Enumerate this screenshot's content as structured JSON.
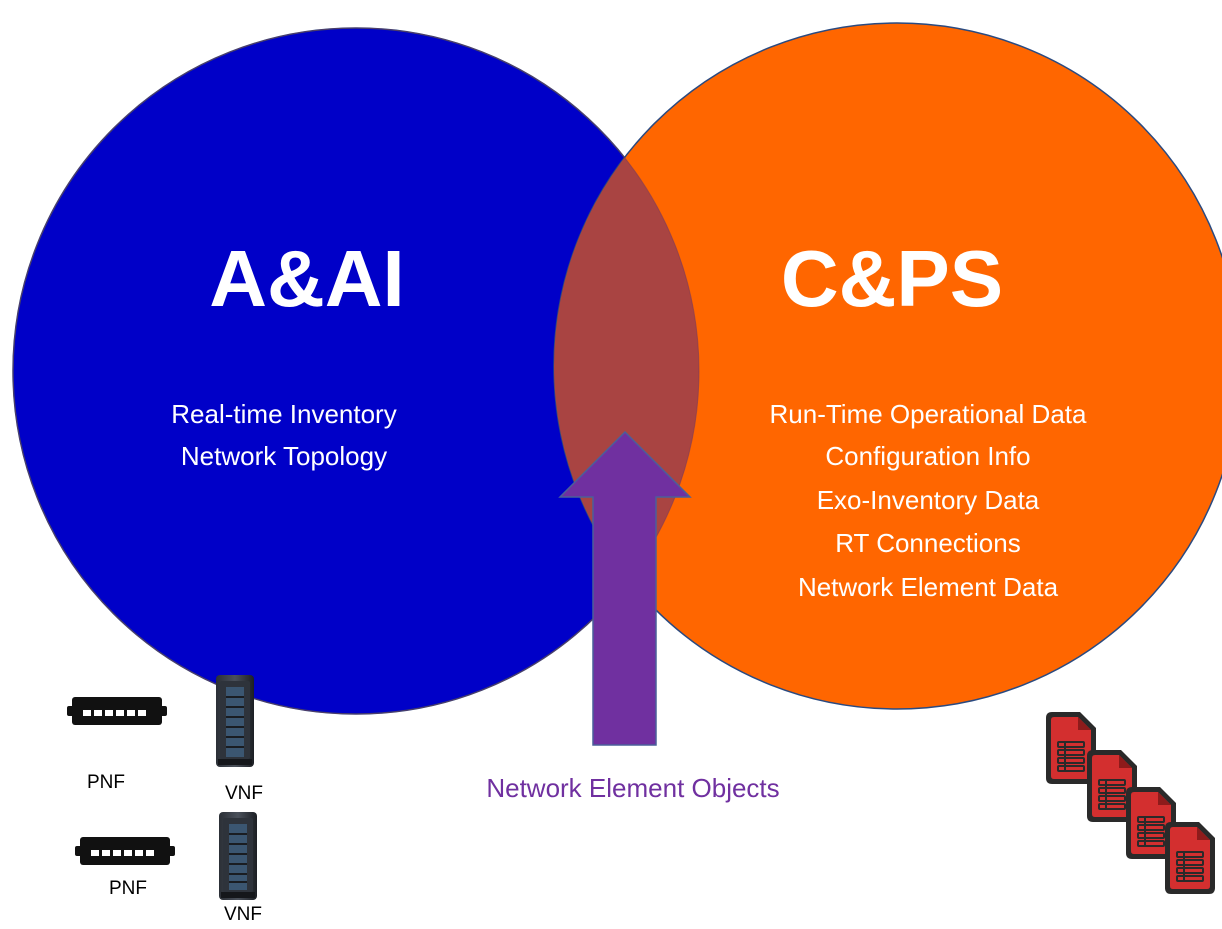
{
  "left_circle": {
    "title": "A&AI",
    "lines": [
      "Real-time Inventory",
      "Network Topology"
    ],
    "fill": "#0000C8"
  },
  "right_circle": {
    "title": "C&PS",
    "lines": [
      "Run-Time Operational Data",
      "Configuration Info",
      "Exo-Inventory Data",
      "RT Connections",
      "Network Element Data"
    ],
    "fill": "#FF6600"
  },
  "overlap_fill": "#A94442",
  "arrow": {
    "label": "Network Element Objects",
    "fill": "#7030A0"
  },
  "devices": [
    {
      "pnf_label": "PNF",
      "vnf_label": "VNF"
    },
    {
      "pnf_label": "PNF",
      "vnf_label": "VNF"
    }
  ],
  "documents_icon": "document-stack-icon",
  "document_color": "#D32F2F"
}
